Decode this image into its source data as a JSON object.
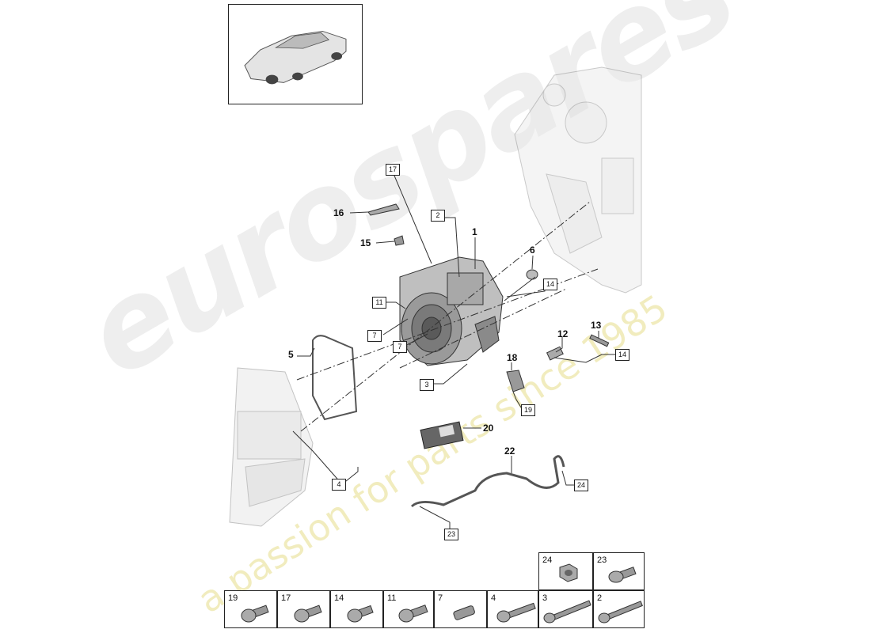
{
  "callouts_bold": [
    {
      "id": "1",
      "label": "1"
    },
    {
      "id": "5",
      "label": "5"
    },
    {
      "id": "6",
      "label": "6"
    },
    {
      "id": "12",
      "label": "12"
    },
    {
      "id": "13",
      "label": "13"
    },
    {
      "id": "15",
      "label": "15"
    },
    {
      "id": "16",
      "label": "16"
    },
    {
      "id": "18",
      "label": "18"
    },
    {
      "id": "20",
      "label": "20"
    },
    {
      "id": "22",
      "label": "22"
    }
  ],
  "callouts_boxed": [
    {
      "id": "17",
      "label": "17"
    },
    {
      "id": "2",
      "label": "2"
    },
    {
      "id": "14a",
      "label": "14"
    },
    {
      "id": "11",
      "label": "11"
    },
    {
      "id": "7a",
      "label": "7"
    },
    {
      "id": "7b",
      "label": "7"
    },
    {
      "id": "14b",
      "label": "14"
    },
    {
      "id": "3",
      "label": "3"
    },
    {
      "id": "19",
      "label": "19"
    },
    {
      "id": "4",
      "label": "4"
    },
    {
      "id": "24",
      "label": "24"
    },
    {
      "id": "23",
      "label": "23"
    }
  ],
  "parts_table": {
    "top_row": [
      {
        "label": "24",
        "icon": "flange-nut-icon"
      },
      {
        "label": "23",
        "icon": "flange-bolt-icon"
      }
    ],
    "bottom_row": [
      {
        "label": "19",
        "icon": "torx-bolt-icon"
      },
      {
        "label": "17",
        "icon": "torx-bolt-icon"
      },
      {
        "label": "14",
        "icon": "torx-bolt-icon"
      },
      {
        "label": "11",
        "icon": "torx-bolt-icon"
      },
      {
        "label": "7",
        "icon": "set-screw-icon"
      },
      {
        "label": "4",
        "icon": "flange-bolt-long-icon"
      },
      {
        "label": "3",
        "icon": "long-stud-bolt-icon"
      },
      {
        "label": "2",
        "icon": "long-stud-bolt-icon"
      }
    ]
  },
  "watermark": {
    "brand": "eurospares",
    "tagline": "a passion for parts since 1985"
  }
}
